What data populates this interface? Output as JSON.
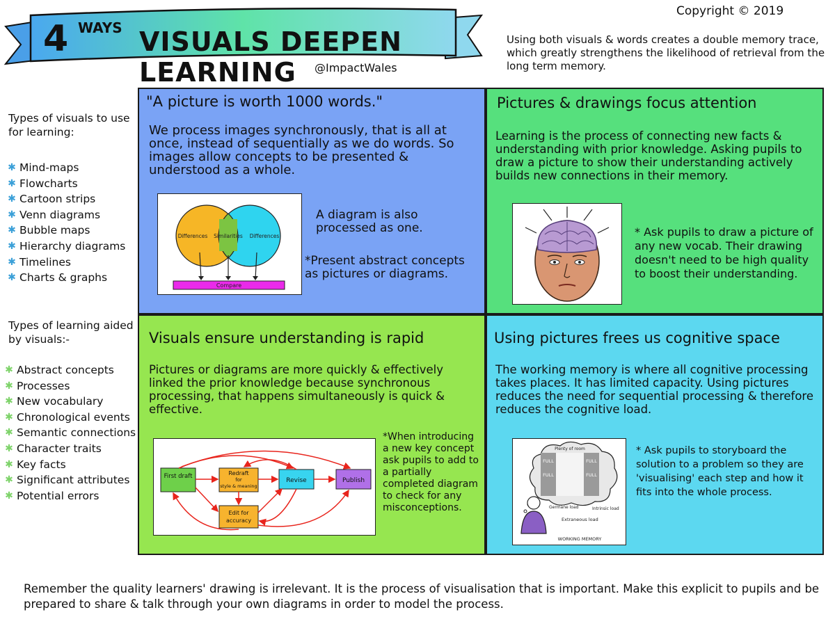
{
  "title": {
    "number": "4",
    "ways": "WAYS",
    "main": "VISUALS DEEPEN LEARNING",
    "handle": "@ImpactWales"
  },
  "copyright": "Copyright © 2019",
  "intro": "Using both visuals & words creates a double memory trace, which greatly strengthens the likelihood of retrieval from the long term memory.",
  "sidebar": {
    "visuals_title": "Types of visuals to use for learning:",
    "visuals": [
      "Mind-maps",
      "Flowcharts",
      "Cartoon strips",
      "Venn diagrams",
      "Bubble maps",
      "Hierarchy diagrams",
      "Timelines",
      "Charts & graphs"
    ],
    "learning_title": "Types of learning aided by visuals:-",
    "learning": [
      "Abstract concepts",
      "Processes",
      "New vocabulary",
      "Chronological events",
      "Semantic connections",
      "Character traits",
      "Key facts",
      "Significant attributes",
      "Potential errors"
    ]
  },
  "q1": {
    "heading": "\"A picture is worth 1000 words.\"",
    "body": "We process images synchronously, that is all at once, instead of sequentially as we do words. So images allow concepts to be presented & understood as a whole.",
    "side": "A diagram is also processed as one.",
    "tip": "*Present abstract concepts as pictures or diagrams.",
    "venn": {
      "left": "Differences",
      "middle": "Similarities",
      "right": "Differences",
      "bar": "Compare"
    }
  },
  "q2": {
    "heading": "Pictures & drawings focus attention",
    "body": "Learning is the process of connecting new facts & understanding with prior knowledge. Asking pupils to draw a picture to show their understanding actively builds new connections in their memory.",
    "tip": "* Ask pupils to draw a picture of any new vocab. Their drawing doesn't need to be high quality to boost their understanding."
  },
  "q3": {
    "heading": "Visuals ensure understanding is rapid",
    "body": "Pictures or diagrams are more quickly & effectively linked the prior knowledge because synchronous processing, that happens simultaneously is quick & effective.",
    "tip": "*When introducing a new key concept ask pupils to add to a partially completed diagram to check for any misconceptions.",
    "flow": {
      "first_draft": "First draft",
      "redraft_1": "Redraft",
      "redraft_2": "for",
      "redraft_3": "style & meaning",
      "revise": "Revise",
      "publish": "Publish",
      "edit_1": "Edit for",
      "edit_2": "accuracy"
    }
  },
  "q4": {
    "heading": "Using pictures frees us cognitive space",
    "body": "The working memory is where all cognitive processing takes places. It has limited capacity. Using pictures reduces the need for sequential processing & therefore reduces the cognitive load.",
    "tip": "* Ask pupils to storyboard the solution to a problem so they are 'visualising' each step and how it fits into the whole process.",
    "cloud": {
      "full": "FULL",
      "plenty": "Plenty of room",
      "germane": "Germane load",
      "intrinsic": "Intrinsic load",
      "extraneous": "Extraneous load",
      "caption": "WORKING MEMORY"
    }
  },
  "footer": "Remember the quality learners' drawing is irrelevant. It is the process of visualisation that is important. Make this explicit to pupils and be prepared to share & talk through your own diagrams in order to model the process."
}
